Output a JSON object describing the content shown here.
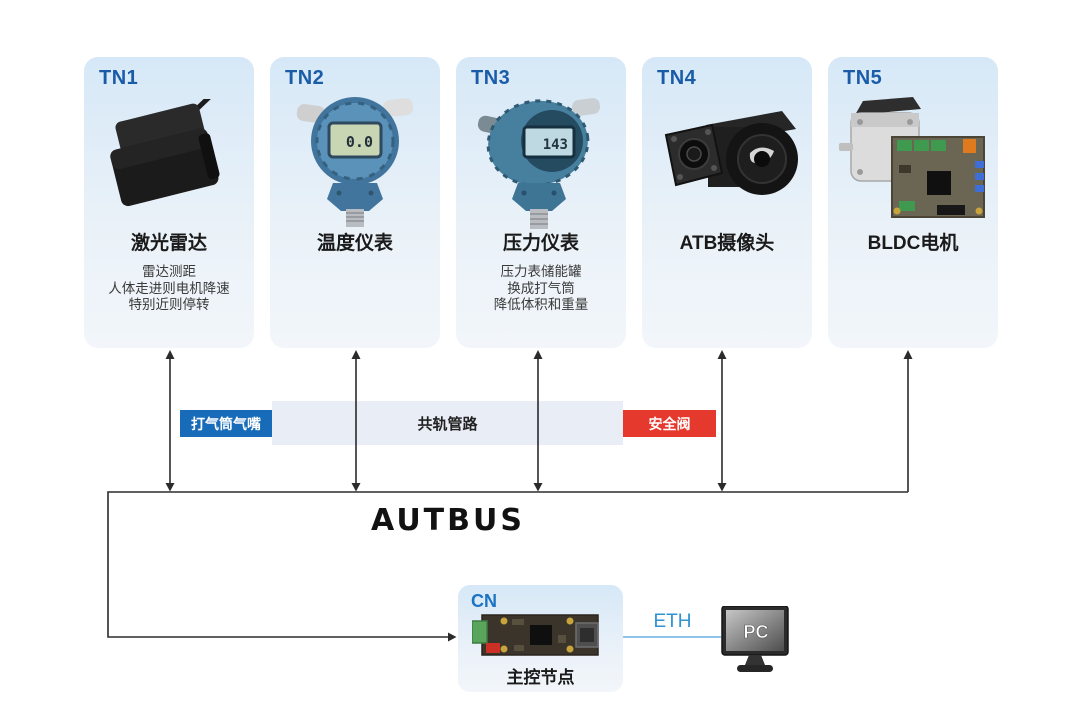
{
  "nodes": [
    {
      "label": "TN1",
      "title": "激光雷达",
      "image": "laser-lidar",
      "desc_lines": [
        "雷达测距",
        "人体走进则电机降速",
        "特别近则停转"
      ]
    },
    {
      "label": "TN2",
      "title": "温度仪表",
      "image": "temperature-transmitter",
      "lcd": "0.0",
      "desc_lines": []
    },
    {
      "label": "TN3",
      "title": "压力仪表",
      "image": "pressure-transmitter",
      "lcd": "143",
      "desc_lines": [
        "压力表储能罐",
        "换成打气筒",
        "降低体积和重量"
      ]
    },
    {
      "label": "TN4",
      "title": "ATB摄像头",
      "image": "atb-camera",
      "desc_lines": []
    },
    {
      "label": "TN5",
      "title": "BLDC电机",
      "image": "bldc-motor",
      "desc_lines": []
    }
  ],
  "pipeline": {
    "left_badge": "打气筒气嘴",
    "bar_label": "共轨管路",
    "right_badge": "安全阀"
  },
  "bus": {
    "label": "AUTBUS"
  },
  "cn": {
    "label": "CN",
    "title": "主控节点"
  },
  "eth": {
    "label": "ETH"
  },
  "pc": {
    "label": "PC"
  },
  "colors": {
    "card_top": "#D6E8F7",
    "tn_label_blue": "#1A5CA8",
    "cn_label_blue": "#1B74C4",
    "badge_blue": "#176BB8",
    "badge_red": "#E5392E",
    "rail_bar": "#E9EDF5",
    "eth_blue": "#2F93D0",
    "wire": "#2B2B2B"
  }
}
